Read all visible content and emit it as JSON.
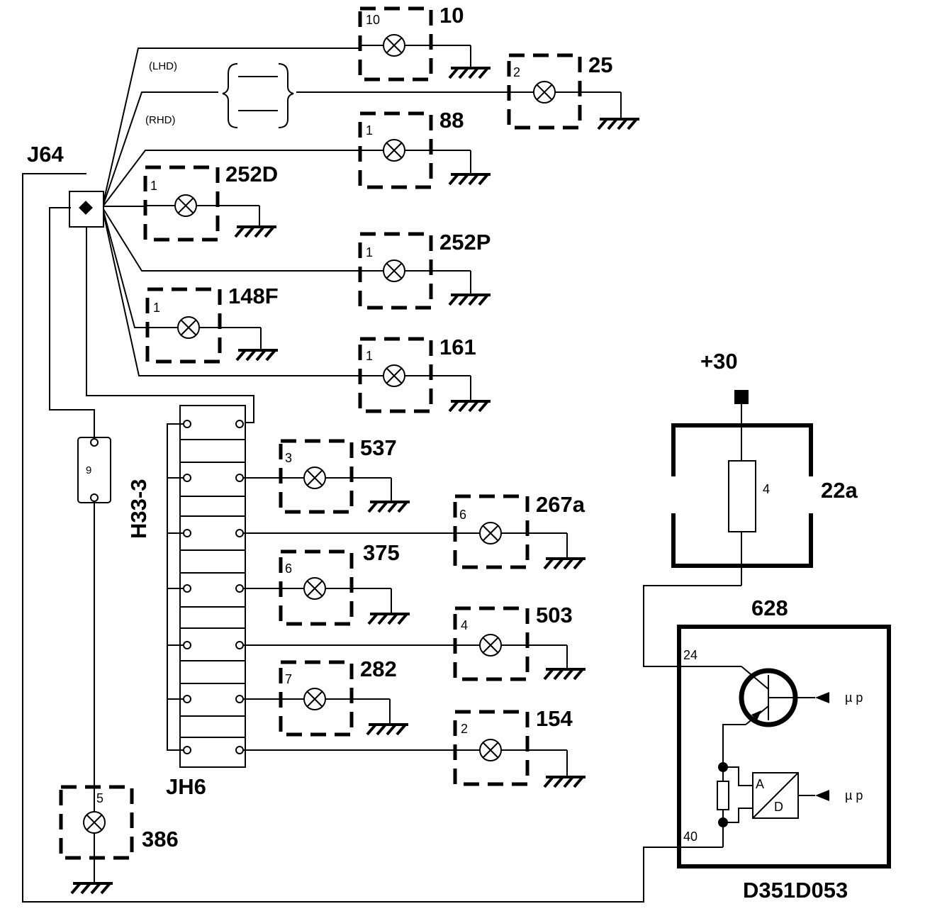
{
  "title": "D351D053",
  "supply": "+30",
  "junction": "J64",
  "fuse_connector": {
    "label": "H33-3",
    "pin": "9"
  },
  "connector_block": "JH6",
  "harness_options": {
    "lhd": "(LHD)",
    "rhd": "(RHD)"
  },
  "lamps": [
    {
      "id": "10",
      "pin": "10"
    },
    {
      "id": "25",
      "pin": "2"
    },
    {
      "id": "88",
      "pin": "1"
    },
    {
      "id": "252D",
      "pin": "1"
    },
    {
      "id": "252P",
      "pin": "1"
    },
    {
      "id": "148F",
      "pin": "1"
    },
    {
      "id": "161",
      "pin": "1"
    },
    {
      "id": "537",
      "pin": "3"
    },
    {
      "id": "267a",
      "pin": "6"
    },
    {
      "id": "375",
      "pin": "6"
    },
    {
      "id": "503",
      "pin": "4"
    },
    {
      "id": "282",
      "pin": "7"
    },
    {
      "id": "154",
      "pin": "2"
    },
    {
      "id": "386",
      "pin": "5"
    }
  ],
  "fuse_box": {
    "label": "22a",
    "fuse": "4"
  },
  "control_unit": {
    "label": "628",
    "pin_top": "24",
    "pin_bottom": "40",
    "adc_a": "A",
    "adc_d": "D",
    "output_1": "µ p",
    "output_2": "µ p"
  }
}
